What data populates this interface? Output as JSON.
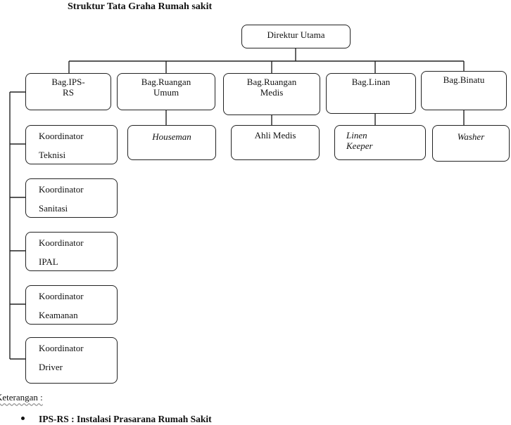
{
  "title": "Struktur Tata Graha Rumah sakit",
  "top": "Direktur Utama",
  "departments": [
    {
      "line1": "Bag.IPS-",
      "line2": "RS"
    },
    {
      "line1": "Bag.Ruangan",
      "line2": "Umum"
    },
    {
      "line1": "Bag.Ruangan",
      "line2": "Medis"
    },
    {
      "line1": "Bag.Linan",
      "line2": ""
    },
    {
      "line1": "Bag.Binatu",
      "line2": ""
    }
  ],
  "coordinators": [
    {
      "line1": "Koordinator",
      "line2": "Teknisi"
    },
    {
      "line1": "Koordinator",
      "line2": "Sanitasi"
    },
    {
      "line1": "Koordinator",
      "line2": "IPAL"
    },
    {
      "line1": "Koordinator",
      "line2": "Keamanan"
    },
    {
      "line1": "Koordinator",
      "line2": "Driver"
    }
  ],
  "staff": [
    {
      "line1": "Houseman",
      "line2": ""
    },
    {
      "line1": "Ahli Medis",
      "line2": ""
    },
    {
      "line1": "Linen",
      "line2": "Keeper"
    },
    {
      "line1": "Washer",
      "line2": ""
    }
  ],
  "legend": {
    "heading": "Keterangan :",
    "items": [
      "IPS-RS : Instalasi Prasarana Rumah Sakit"
    ]
  }
}
